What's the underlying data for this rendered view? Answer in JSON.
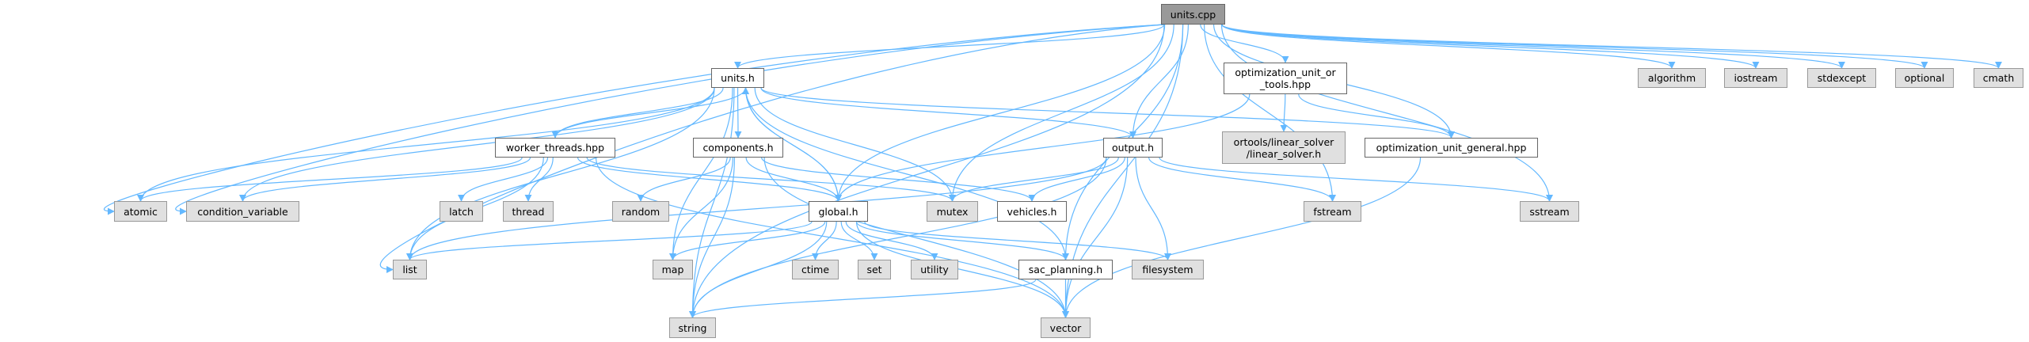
{
  "title": "units.cpp include dependency graph",
  "colors": {
    "edge": "#63b8ff",
    "root_fill": "#999999",
    "local_fill": "#ffffff",
    "system_fill": "#e0e0e0"
  },
  "nodes": [
    {
      "id": "units_cpp",
      "label": "units.cpp",
      "kind": "root"
    },
    {
      "id": "units_h",
      "label": "units.h",
      "kind": "local"
    },
    {
      "id": "opt_or",
      "label": "optimization_unit_or\n_tools.hpp",
      "kind": "local"
    },
    {
      "id": "algorithm",
      "label": "algorithm",
      "kind": "system"
    },
    {
      "id": "iostream",
      "label": "iostream",
      "kind": "system"
    },
    {
      "id": "stdexcept",
      "label": "stdexcept",
      "kind": "system"
    },
    {
      "id": "optional",
      "label": "optional",
      "kind": "system"
    },
    {
      "id": "cmath",
      "label": "cmath",
      "kind": "system"
    },
    {
      "id": "worker",
      "label": "worker_threads.hpp",
      "kind": "local"
    },
    {
      "id": "components",
      "label": "components.h",
      "kind": "local"
    },
    {
      "id": "output",
      "label": "output.h",
      "kind": "local"
    },
    {
      "id": "ortools",
      "label": "ortools/linear_solver\n/linear_solver.h",
      "kind": "system"
    },
    {
      "id": "opt_gen",
      "label": "optimization_unit_general.hpp",
      "kind": "local"
    },
    {
      "id": "atomic",
      "label": "atomic",
      "kind": "system"
    },
    {
      "id": "condvar",
      "label": "condition_variable",
      "kind": "system"
    },
    {
      "id": "latch",
      "label": "latch",
      "kind": "system"
    },
    {
      "id": "thread",
      "label": "thread",
      "kind": "system"
    },
    {
      "id": "random",
      "label": "random",
      "kind": "system"
    },
    {
      "id": "global",
      "label": "global.h",
      "kind": "local"
    },
    {
      "id": "mutex",
      "label": "mutex",
      "kind": "system"
    },
    {
      "id": "vehicles",
      "label": "vehicles.h",
      "kind": "local"
    },
    {
      "id": "fstream",
      "label": "fstream",
      "kind": "system"
    },
    {
      "id": "sstream",
      "label": "sstream",
      "kind": "system"
    },
    {
      "id": "list",
      "label": "list",
      "kind": "system"
    },
    {
      "id": "map",
      "label": "map",
      "kind": "system"
    },
    {
      "id": "ctime",
      "label": "ctime",
      "kind": "system"
    },
    {
      "id": "set",
      "label": "set",
      "kind": "system"
    },
    {
      "id": "utility",
      "label": "utility",
      "kind": "system"
    },
    {
      "id": "sac",
      "label": "sac_planning.h",
      "kind": "local"
    },
    {
      "id": "filesystem",
      "label": "filesystem",
      "kind": "system"
    },
    {
      "id": "string",
      "label": "string",
      "kind": "system"
    },
    {
      "id": "vector",
      "label": "vector",
      "kind": "system"
    }
  ],
  "edges": [
    [
      "units_cpp",
      "units_h"
    ],
    [
      "units_cpp",
      "atomic"
    ],
    [
      "units_cpp",
      "condvar"
    ],
    [
      "units_cpp",
      "list"
    ],
    [
      "units_cpp",
      "string"
    ],
    [
      "units_cpp",
      "mutex"
    ],
    [
      "units_cpp",
      "global"
    ],
    [
      "units_cpp",
      "output"
    ],
    [
      "units_cpp",
      "sac"
    ],
    [
      "units_cpp",
      "opt_or"
    ],
    [
      "units_cpp",
      "opt_gen"
    ],
    [
      "units_cpp",
      "vector"
    ],
    [
      "units_cpp",
      "fstream"
    ],
    [
      "units_cpp",
      "sstream"
    ],
    [
      "units_cpp",
      "algorithm"
    ],
    [
      "units_cpp",
      "iostream"
    ],
    [
      "units_cpp",
      "stdexcept"
    ],
    [
      "units_cpp",
      "optional"
    ],
    [
      "units_cpp",
      "cmath"
    ],
    [
      "units_h",
      "worker"
    ],
    [
      "units_h",
      "components"
    ],
    [
      "units_h",
      "global"
    ],
    [
      "units_h",
      "output"
    ],
    [
      "units_h",
      "mutex"
    ],
    [
      "units_h",
      "list"
    ],
    [
      "units_h",
      "atomic"
    ],
    [
      "units_h",
      "condvar"
    ],
    [
      "units_h",
      "string"
    ],
    [
      "units_h",
      "map"
    ],
    [
      "units_h",
      "opt_gen"
    ],
    [
      "worker",
      "units_h"
    ],
    [
      "worker",
      "atomic"
    ],
    [
      "worker",
      "condvar"
    ],
    [
      "worker",
      "latch"
    ],
    [
      "worker",
      "thread"
    ],
    [
      "worker",
      "list"
    ],
    [
      "worker",
      "vector"
    ],
    [
      "worker",
      "global"
    ],
    [
      "worker",
      "mutex"
    ],
    [
      "components",
      "random"
    ],
    [
      "components",
      "map"
    ],
    [
      "components",
      "string"
    ],
    [
      "components",
      "global"
    ],
    [
      "components",
      "vector"
    ],
    [
      "components",
      "vehicles"
    ],
    [
      "global",
      "units_h"
    ],
    [
      "global",
      "list"
    ],
    [
      "global",
      "map"
    ],
    [
      "global",
      "string"
    ],
    [
      "global",
      "ctime"
    ],
    [
      "global",
      "set"
    ],
    [
      "global",
      "utility"
    ],
    [
      "global",
      "vector"
    ],
    [
      "global",
      "filesystem"
    ],
    [
      "global",
      "sac"
    ],
    [
      "output",
      "mutex"
    ],
    [
      "output",
      "vehicles"
    ],
    [
      "output",
      "list"
    ],
    [
      "output",
      "string"
    ],
    [
      "output",
      "vector"
    ],
    [
      "output",
      "filesystem"
    ],
    [
      "output",
      "fstream"
    ],
    [
      "output",
      "sstream"
    ],
    [
      "opt_or",
      "ortools"
    ],
    [
      "opt_or",
      "opt_gen"
    ],
    [
      "opt_or",
      "global"
    ],
    [
      "opt_gen",
      "vector"
    ],
    [
      "sac",
      "string"
    ],
    [
      "sac",
      "vector"
    ],
    [
      "sac",
      "units_h"
    ]
  ]
}
